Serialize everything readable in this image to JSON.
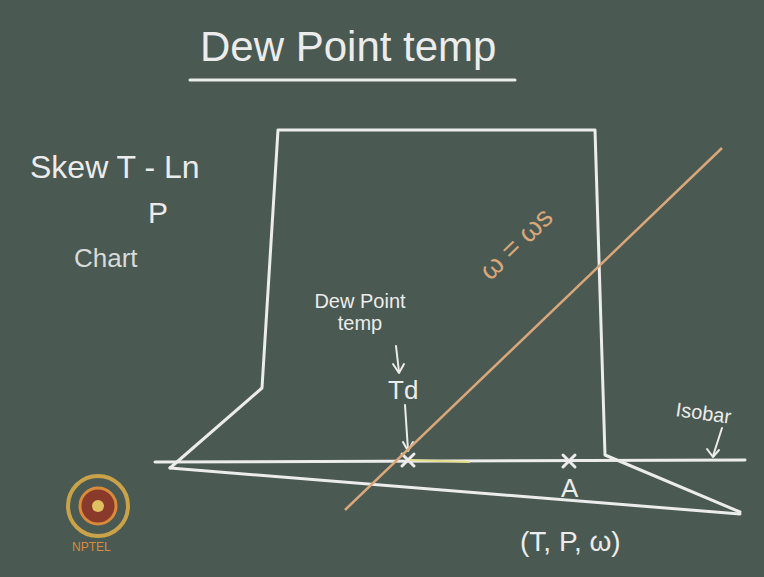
{
  "diagram": {
    "title": "Dew Point temp",
    "labels": [
      "Skew T - Ln",
      "P",
      "Chart",
      "Dew Point temp",
      "Td",
      "ω = ωs",
      "Isobar",
      "A",
      "(T, P, ω)",
      "NPTEL"
    ]
  }
}
